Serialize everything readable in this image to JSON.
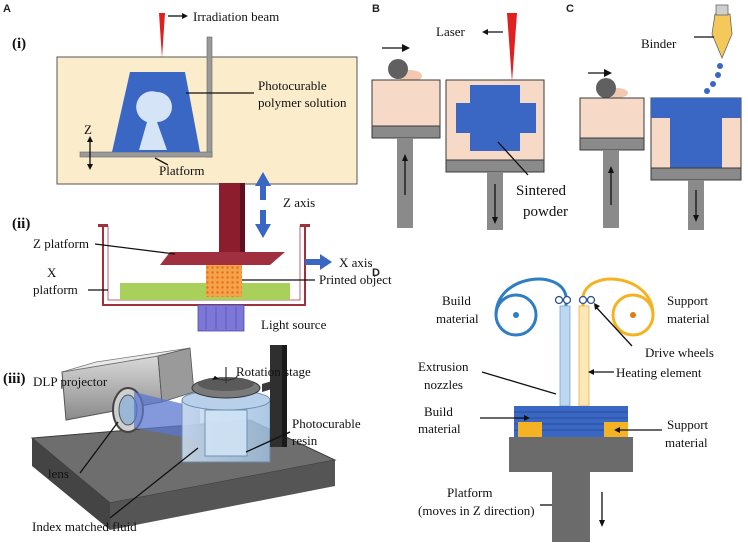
{
  "panel_letters": {
    "a": "A",
    "b": "B",
    "c": "C",
    "d": "D"
  },
  "panel_a": {
    "i": {
      "numeral": "(i)",
      "irradiation_beam": "Irradiation beam",
      "photocurable_line1": "Photocurable",
      "photocurable_line2": "polymer solution",
      "z": "Z",
      "platform": "Platform"
    },
    "ii": {
      "numeral": "(ii)",
      "z_axis": "Z axis",
      "z_platform": "Z platform",
      "x_line1": "X",
      "x_line2": "platform",
      "x_axis": "X axis",
      "printed_object": "Printed object",
      "light_source": "Light source"
    },
    "iii": {
      "numeral": "(iii)",
      "dlp_projector": "DLP projector",
      "rotation_stage": "Rotation stage",
      "photocurable_line1": "Photocurable",
      "photocurable_line2": "resin",
      "lens": "lens",
      "index_matched_fluid": "Index matched fluid"
    }
  },
  "panel_b": {
    "laser": "Laser",
    "sintered_line1": "Sintered",
    "sintered_line2": "powder"
  },
  "panel_c": {
    "binder": "Binder"
  },
  "panel_d": {
    "build_material_top_line1": "Build",
    "build_material_top_line2": "material",
    "support_material_top_line1": "Support",
    "support_material_top_line2": "material",
    "drive_wheels": "Drive wheels",
    "extrusion_line1": "Extrusion",
    "extrusion_line2": "nozzles",
    "heating_element": "Heating element",
    "build_material_mid_line1": "Build",
    "build_material_mid_line2": "material",
    "support_material_mid_line1": "Support",
    "support_material_mid_line2": "material",
    "platform_line1": "Platform",
    "platform_line2": "(moves in Z direction)"
  },
  "colors": {
    "resin_bg": "#fbeccb",
    "blue": "#3a66c4",
    "light_blue_part": "#d6e4f7",
    "powder": "#f7d9c8",
    "gray": "#7d7d7d",
    "red": "#e02020",
    "dark_red": "#8b1d2c",
    "orange": "#f39a3e",
    "green": "#a8d05a",
    "purple": "#7d78d8",
    "yellow_filament": "#f5b324",
    "blue_filament": "#2f7dc4"
  }
}
